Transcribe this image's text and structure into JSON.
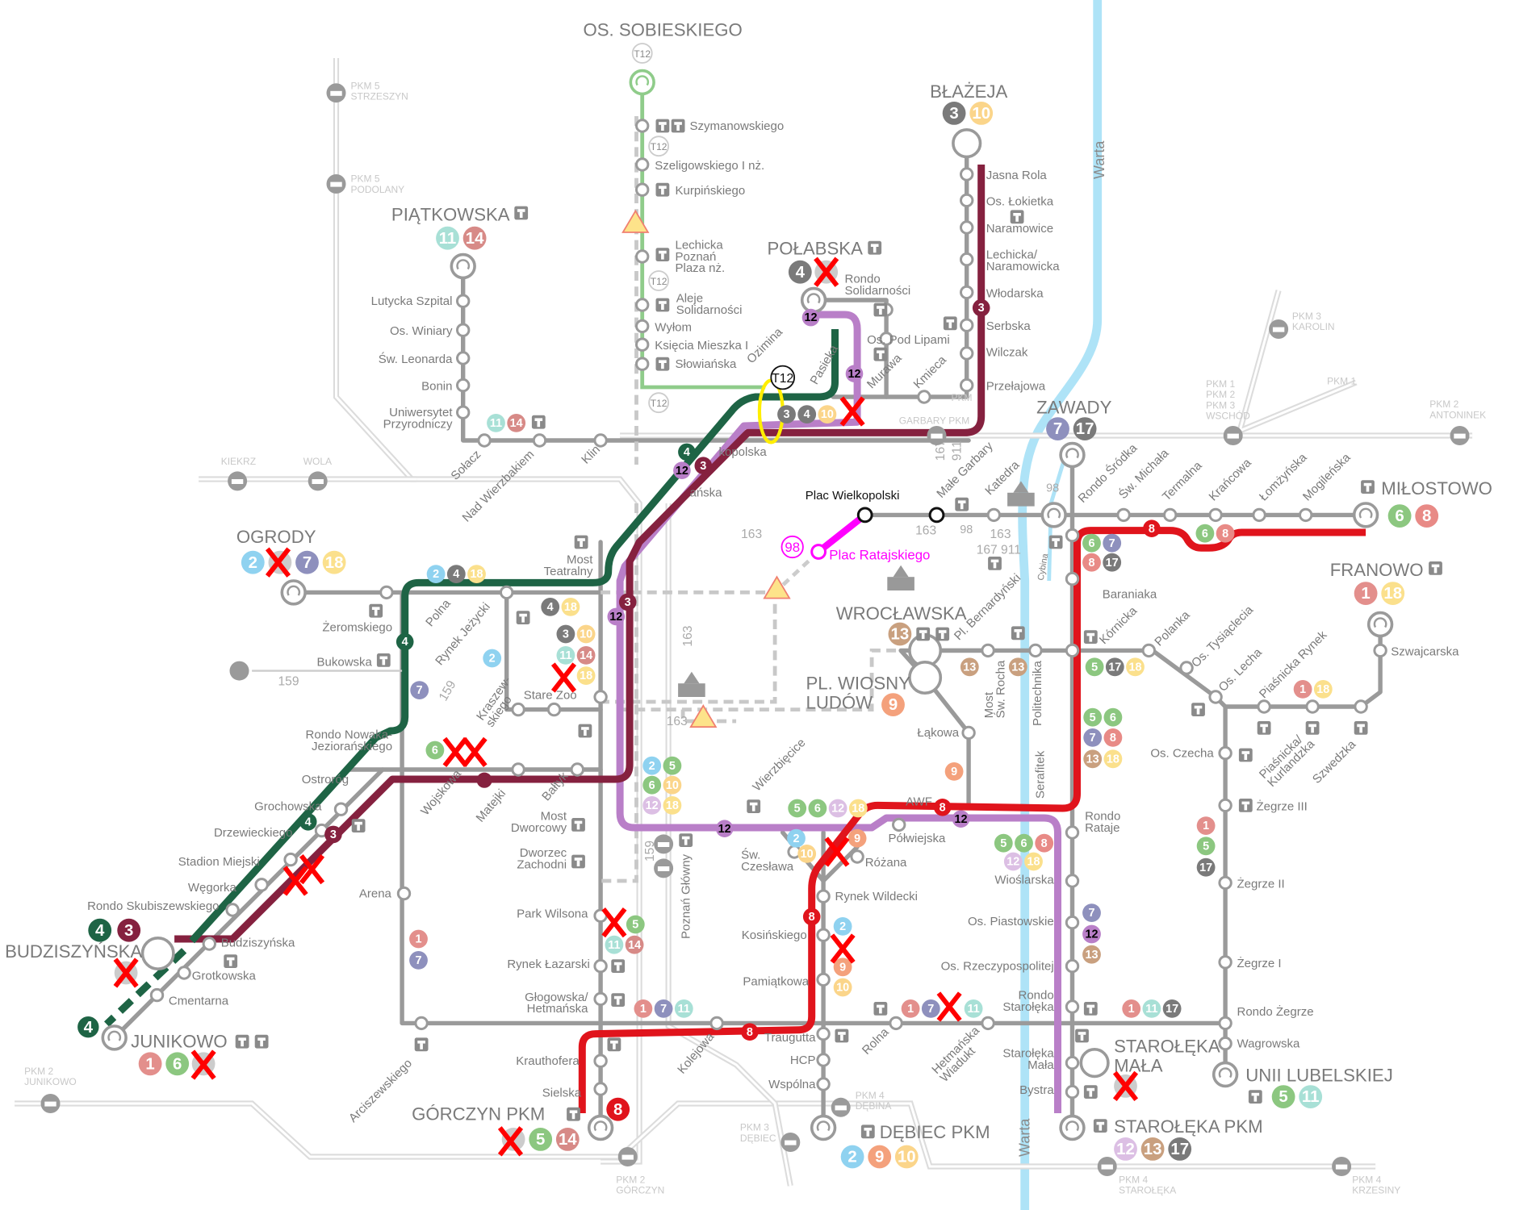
{
  "line_colors": {
    "1": "#e38f8c",
    "2": "#8fd2f0",
    "3": "#7a7a7a",
    "4": "#7a7a7a",
    "5": "#8cc780",
    "6": "#8cc780",
    "7": "#8e90bd",
    "8": "#e88a86",
    "9": "#f4a17c",
    "10": "#fbd58a",
    "11": "#a8e0d6",
    "12": "#dcbfe4",
    "13": "#c9a07f",
    "14": "#d78a87",
    "17": "#7a7a7a",
    "18": "#fbe08c"
  },
  "route_colors": {
    "line_4": "#1e6445",
    "line_3": "#85213f",
    "line_12": "#b97fc8",
    "line_8": "#e0141c",
    "t12": "#8fcc8a",
    "bus_98": "#ff00ff",
    "warta": "#aee3f7"
  },
  "terminals": [
    {
      "name": "OS. SOBIESKIEGO"
    },
    {
      "name": "PIĄTKOWSKA",
      "lines": [
        "11",
        "14"
      ]
    },
    {
      "name": "BŁAŻEJA",
      "lines": [
        "3",
        "10"
      ]
    },
    {
      "name": "POŁABSKA",
      "lines": [
        "4"
      ]
    },
    {
      "name": "OGRODY",
      "lines": [
        "2",
        "7",
        "18"
      ]
    },
    {
      "name": "ZAWADY",
      "lines": [
        "7",
        "17"
      ]
    },
    {
      "name": "MIŁOSTOWO",
      "lines": [
        "6",
        "8"
      ]
    },
    {
      "name": "FRANOWO",
      "lines": [
        "1",
        "18"
      ]
    },
    {
      "name": "WROCŁAWSKA",
      "lines": [
        "13"
      ]
    },
    {
      "name": "PL. WIOSNY",
      "name2": "LUDÓW",
      "lines": [
        "9"
      ]
    },
    {
      "name": "BUDZISZYŃSKA",
      "lines": [
        "4",
        "3"
      ]
    },
    {
      "name": "JUNIKOWO",
      "lines": [
        "1",
        "6"
      ]
    },
    {
      "name": "GÓRCZYN PKM",
      "lines": [
        "5",
        "14",
        "8"
      ]
    },
    {
      "name": "DĘBIEC PKM",
      "lines": [
        "2",
        "9",
        "10"
      ]
    },
    {
      "name": "STAROŁĘKA",
      "name2": "MAŁA"
    },
    {
      "name": "UNII LUBELSKIEJ",
      "lines": [
        "5",
        "11"
      ]
    },
    {
      "name": "STAROŁĘKA PKM",
      "lines": [
        "12",
        "13",
        "17"
      ]
    }
  ],
  "stops": [
    "Szymanowskiego",
    "Szeligowskiego I nż.",
    "Kurpińskiego",
    "Lechicka\nPoznań\nPlaza nż.",
    "Aleje\nSolidarności",
    "Wyłom",
    "Księcia Mieszka I",
    "Słowiańska",
    "Lutycka Szpital",
    "Os. Winiary",
    "Św. Leonarda",
    "Bonin",
    "Uniwersytet\nPrzyrodniczy",
    "Sołacz",
    "Nad Wierzbakiem",
    "Klin",
    "Rondo\nSolidarności",
    "Os. Pod Lipami",
    "Murawa",
    "Kmieca",
    "Pasieka",
    "Ozimina",
    "Jasna Rola",
    "Os. Łokietka",
    "Naramowice",
    "Lechicka/\nNaramowicka",
    "Włodarska",
    "Serbska",
    "Wilczak",
    "Przełajowa",
    "kopolska",
    "ańska",
    "Most\nTeatralny",
    "Żeromskiego",
    "Bukowska",
    "Polna",
    "Rynek Jeżycki",
    "Stare Zoo",
    "Rondo Nowaka-\nJeziorańskiego",
    "Ostroróg",
    "Grochowska",
    "Drzewieckiego",
    "Stadion Miejski",
    "Węgorka",
    "Rondo Skubiszewskiego",
    "Budziszyńska",
    "Grotkowska",
    "Cmentarna",
    "Arena",
    "Wojskowa",
    "Matejki",
    "Bałtyk",
    "Kraszew-\nskiego",
    "Most\nDworcowy",
    "Dworzec\nZachodni",
    "Park Wilsona",
    "Rynek Łazarski",
    "Głogowska/\nHetmańska",
    "Krauthofera",
    "Sielska",
    "Arciszewskiego",
    "Kolejowa",
    "Poznań Główny",
    "Traugutta",
    "HCP",
    "Wspólna",
    "Wierzbięcice",
    "Św.\nCzesława",
    "Różana",
    "Półwiejska",
    "AWF",
    "Rynek Wildecki",
    "Kosińskiego",
    "Pamiątkowa",
    "Rolna",
    "Hetmańska\nWiadukt",
    "Łąkowa",
    "Most\nŚw. Rocha",
    "Politechnika",
    "Serafitek",
    "Rondo\nRataje",
    "Wioślarska",
    "Os. Piastowskie",
    "Os. Rzeczypospolitej",
    "Rondo\nStarołęka",
    "Starołęka\nMała",
    "Bystra",
    "Baraniaka",
    "Kórnicka",
    "Polanka",
    "Os. Tysiąclecia",
    "Os. Lecha",
    "Piaśnicka Rynek",
    "Szwajcarska",
    "Os. Czecha",
    "Piaśnicka/\nKurlandzka",
    "Szwedzka",
    "Żegrze III",
    "Żegrze II",
    "Żegrze I",
    "Rondo Żegrze",
    "Wagrowska",
    "Pl. Bernardyński",
    "Małe Garbary",
    "Katedra",
    "Rondo Śródka",
    "Św. Michała",
    "Termalna",
    "Krańcowa",
    "Łomżyńska",
    "Mogileńska",
    "Plac Wielkopolski",
    "Plac Ratajskiego",
    "Cybina"
  ],
  "badge_groups": [
    [
      "11",
      "14"
    ],
    [
      "3",
      "4",
      "10"
    ],
    [
      "2",
      "4",
      "18"
    ],
    [
      "4",
      "18"
    ],
    [
      "3",
      "10"
    ],
    [
      "11",
      "14"
    ],
    [
      "18"
    ],
    [
      "2"
    ],
    [
      "7"
    ],
    [
      "6"
    ],
    [
      "2",
      "5"
    ],
    [
      "6",
      "10"
    ],
    [
      "12",
      "18"
    ],
    [
      "1"
    ],
    [
      "7"
    ],
    [
      "5"
    ],
    [
      "11",
      "14"
    ],
    [
      "1",
      "7",
      "11"
    ],
    [
      "9"
    ],
    [
      "13"
    ],
    [
      "13"
    ],
    [
      "5",
      "17",
      "18"
    ],
    [
      "5",
      "6"
    ],
    [
      "7",
      "8"
    ],
    [
      "13",
      "18"
    ],
    [
      "6",
      "7"
    ],
    [
      "8",
      "17"
    ],
    [
      "6",
      "8"
    ],
    [
      "5",
      "6",
      "12",
      "18"
    ],
    [
      "2"
    ],
    [
      "10"
    ],
    [
      "9"
    ],
    [
      "5",
      "6",
      "8"
    ],
    [
      "12",
      "18"
    ],
    [
      "2"
    ],
    [
      "9"
    ],
    [
      "10"
    ],
    [
      "1",
      "7"
    ],
    [
      "11"
    ],
    [
      "1",
      "11",
      "17"
    ],
    [
      "7"
    ],
    [
      "12"
    ],
    [
      "13"
    ],
    [
      "1"
    ],
    [
      "5"
    ],
    [
      "17"
    ],
    [
      "1",
      "18"
    ]
  ],
  "route_badges": {
    "line4": "4",
    "line3": "3",
    "line12": "12",
    "line8": "8",
    "t12": "T12"
  },
  "pkm": [
    "PKM 5\nSTRZESZYN",
    "PKM 5\nPODOLANY",
    "KIEKRZ",
    "WOLA",
    "PKM 2\nJUNIKOWO",
    "PKM 2\nGÓRCZYN",
    "PKM 3\nDĘBIEC",
    "PKM 4\nDĘBINA",
    "PKM 4\nSTAROŁĘKA",
    "PKM 4\nKRZESINY",
    "PKM 3\nKAROLIN",
    "PKM 1\nPKM 2\nPKM 3\nWSCHÓD",
    "PKM 1",
    "PKM 2\nANTONINEK",
    "GARBARY PKM",
    "PKM"
  ],
  "bus_labels": [
    "159",
    "159",
    "159",
    "163",
    "163",
    "163",
    "163",
    "163",
    "167 911",
    "167",
    "911",
    "98",
    "98"
  ],
  "bus_98_badge": "98",
  "river": {
    "name": "Warta",
    "tributary": "Cybina"
  }
}
